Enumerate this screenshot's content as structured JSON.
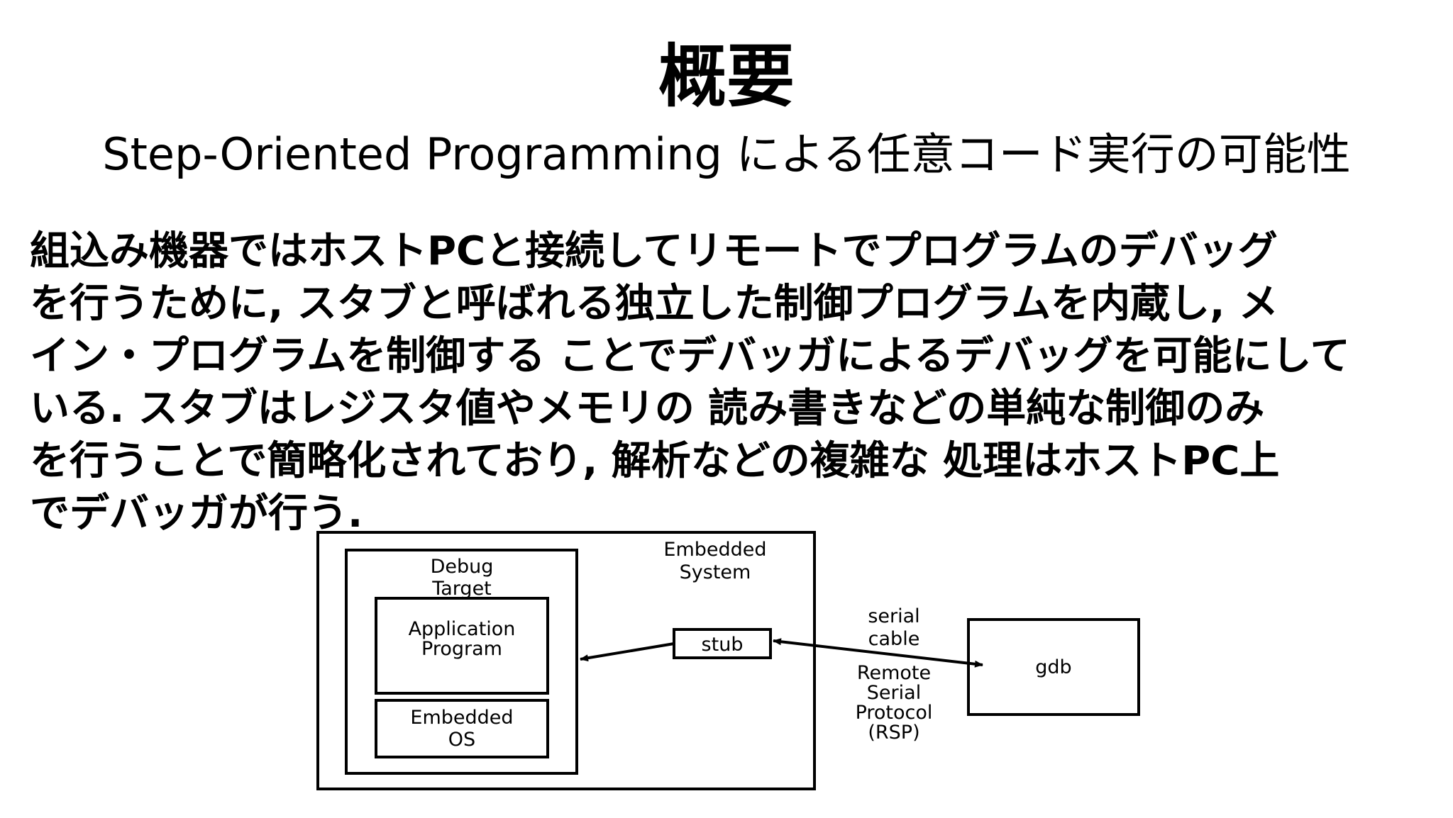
{
  "slide": {
    "title": "概要",
    "subtitle": "Step-Oriented Programming による任意コード実行の可能性"
  },
  "body": {
    "lines": [
      "組込み機器ではホストPCと接続してリモートでプログラムのデバッグ",
      "を行うために, スタブと呼ばれる独立した制御プログラムを内蔵し, メ",
      "イン・プログラムを制御する ことでデバッガによるデバッグを可能にして",
      "いる. スタブはレジスタ値やメモリの 読み書きなどの単純な制御のみ",
      "を行うことで簡略化されており, 解析などの複雑な 処理はホストPC上",
      "でデバッガが行う."
    ]
  },
  "diagram": {
    "embedded_system": [
      "Embedded",
      "System"
    ],
    "debug_target": [
      "Debug",
      "Target"
    ],
    "application_program": [
      "Application",
      "Program"
    ],
    "embedded_os": [
      "Embedded",
      "OS"
    ],
    "stub": "stub",
    "gdb": "gdb",
    "cable": [
      "serial",
      "cable"
    ],
    "protocol": [
      "Remote",
      "Serial",
      "Protocol",
      "(RSP)"
    ]
  }
}
